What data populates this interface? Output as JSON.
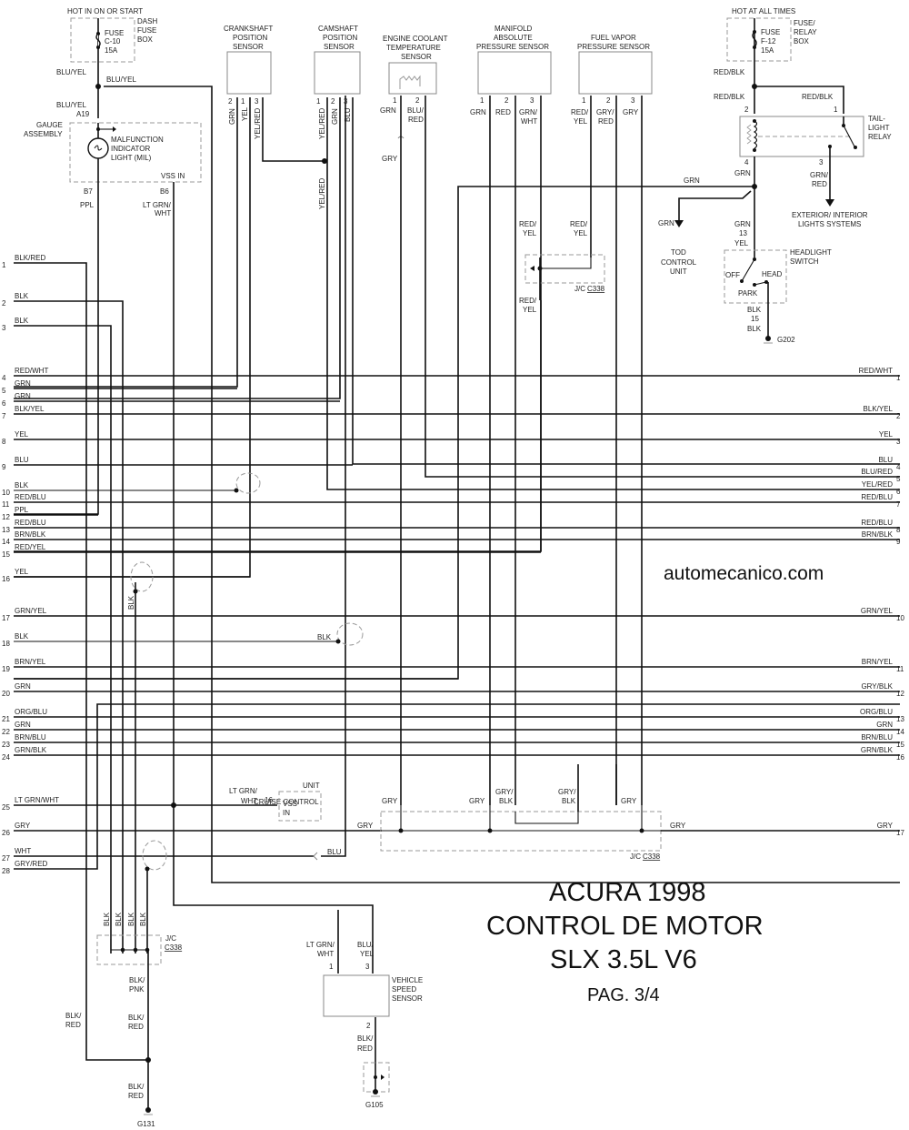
{
  "title": {
    "line1": "ACURA 1998",
    "line2": "CONTROL DE MOTOR",
    "line3": "SLX 3.5L V6",
    "page": "PAG. 3/4"
  },
  "watermark": "automecanico.com",
  "dash_fuse": {
    "hot": "HOT IN ON OR START",
    "fuse": [
      "FUSE",
      "C-10",
      "15A"
    ],
    "box": [
      "DASH",
      "FUSE",
      "BOX"
    ],
    "wire_out": "BLU/YEL",
    "wire_branch": "BLU/YEL",
    "wire_down": "BLU/YEL",
    "pin": "A19"
  },
  "gauge": {
    "label": [
      "GAUGE",
      "ASSEMBLY"
    ],
    "mil": [
      "MALFUNCTION",
      "INDICATOR",
      "LIGHT (MIL)"
    ],
    "vss": "VSS IN",
    "pin_b7": "B7",
    "pin_b6": "B6",
    "wire_b7": "PPL",
    "wire_b6": [
      "LT GRN/",
      "WHT"
    ]
  },
  "crank": {
    "label": [
      "CRANKSHAFT",
      "POSITION",
      "SENSOR"
    ],
    "pins": [
      "2",
      "1",
      "3"
    ],
    "wires": [
      "GRN",
      "YEL",
      "YEL/RED"
    ]
  },
  "cam": {
    "label": [
      "CAMSHAFT",
      "POSITION",
      "SENSOR"
    ],
    "pins": [
      "1",
      "2",
      "3"
    ],
    "wires": [
      "YEL/RED",
      "GRN",
      "BLU"
    ],
    "wire_below": "YEL/RED"
  },
  "ect": {
    "label": [
      "ENGINE COOLANT",
      "TEMPERATURE",
      "SENSOR"
    ],
    "pins": [
      "1",
      "2"
    ],
    "wires": [
      "GRN",
      "BLU/",
      "RED"
    ],
    "wire_below": "GRY"
  },
  "map": {
    "label": [
      "MANIFOLD",
      "ABSOLUTE",
      "PRESSURE SENSOR"
    ],
    "pins": [
      "1",
      "2",
      "3"
    ],
    "wires": [
      "GRN",
      "RED",
      "GRN/",
      "WHT"
    ]
  },
  "fvp": {
    "label": [
      "FUEL VAPOR",
      "PRESSURE SENSOR"
    ],
    "pins": [
      "1",
      "2",
      "3"
    ],
    "wires": [
      "RED/",
      "YEL",
      "GRY/",
      "RED",
      "GRY"
    ]
  },
  "relay_fuse": {
    "hot": "HOT AT ALL TIMES",
    "fuse": [
      "FUSE",
      "F-12",
      "15A"
    ],
    "box": [
      "FUSE/",
      "RELAY",
      "BOX"
    ],
    "wire1": "RED/BLK",
    "wire2": "RED/BLK",
    "wire3": "RED/BLK"
  },
  "tail_relay": {
    "label": [
      "TAIL-",
      "LIGHT",
      "RELAY"
    ],
    "pins": [
      "2",
      "1",
      "4",
      "3"
    ],
    "wire4": "GRN",
    "wire3": [
      "GRN/",
      "RED"
    ],
    "ext": [
      "EXTERIOR/ INTERIOR",
      "LIGHTS SYSTEMS"
    ]
  },
  "tod": {
    "wire_h": "GRN",
    "wire_v": "GRN",
    "label": [
      "TOD",
      "CONTROL",
      "UNIT"
    ]
  },
  "headlight": {
    "wire_top": "GRN",
    "pin_top": "13",
    "wire_in": "YEL",
    "label": [
      "HEADLIGHT",
      "SWITCH"
    ],
    "off": "OFF",
    "head": "HEAD",
    "park": "PARK",
    "wire_bot1": "BLK",
    "pin_bot": "15",
    "wire_bot2": "BLK",
    "ground": "G202"
  },
  "jc_top": {
    "wires": [
      "RED/",
      "YEL",
      "RED/",
      "YEL",
      "RED/",
      "YEL"
    ],
    "label": "J/C",
    "id": "C338"
  },
  "left_connector": [
    {
      "pin": "1",
      "wire": "BLK/RED"
    },
    {
      "pin": "2",
      "wire": "BLK"
    },
    {
      "pin": "3",
      "wire": "BLK"
    },
    {
      "pin": "4",
      "wire": "RED/WHT"
    },
    {
      "pin": "5",
      "wire": "GRN"
    },
    {
      "pin": "6",
      "wire": "GRN"
    },
    {
      "pin": "7",
      "wire": "BLK/YEL"
    },
    {
      "pin": "8",
      "wire": "YEL"
    },
    {
      "pin": "9",
      "wire": "BLU"
    },
    {
      "pin": "10",
      "wire": "BLK"
    },
    {
      "pin": "11",
      "wire": "RED/BLU"
    },
    {
      "pin": "12",
      "wire": "PPL"
    },
    {
      "pin": "13",
      "wire": "RED/BLU"
    },
    {
      "pin": "14",
      "wire": "BRN/BLK"
    },
    {
      "pin": "15",
      "wire": "RED/YEL"
    },
    {
      "pin": "16",
      "wire": "YEL"
    },
    {
      "pin": "17",
      "wire": "GRN/YEL"
    },
    {
      "pin": "18",
      "wire": "BLK"
    },
    {
      "pin": "19",
      "wire": "BRN/YEL"
    },
    {
      "pin": "20",
      "wire": "GRN"
    },
    {
      "pin": "21",
      "wire": "ORG/BLU"
    },
    {
      "pin": "22",
      "wire": "GRN"
    },
    {
      "pin": "23",
      "wire": "BRN/BLU"
    },
    {
      "pin": "24",
      "wire": "GRN/BLK"
    },
    {
      "pin": "25",
      "wire": "LT GRN/WHT"
    },
    {
      "pin": "26",
      "wire": "GRY"
    },
    {
      "pin": "27",
      "wire": "WHT"
    },
    {
      "pin": "28",
      "wire": "GRY/RED"
    }
  ],
  "right_connector": [
    {
      "pin": "1",
      "wire": "RED/WHT"
    },
    {
      "pin": "2",
      "wire": "BLK/YEL"
    },
    {
      "pin": "3",
      "wire": "YEL"
    },
    {
      "pin": "4",
      "wire": "BLU"
    },
    {
      "pin": "5",
      "wire": "BLU/RED"
    },
    {
      "pin": "6",
      "wire": "YEL/RED"
    },
    {
      "pin": "7",
      "wire": "RED/BLU"
    },
    {
      "pin": "8",
      "wire": "RED/BLU"
    },
    {
      "pin": "9",
      "wire": "BRN/BLK"
    },
    {
      "pin": "10",
      "wire": "GRN/YEL"
    },
    {
      "pin": "11",
      "wire": "BRN/YEL"
    },
    {
      "pin": "12",
      "wire": "GRY/BLK"
    },
    {
      "pin": "13",
      "wire": "ORG/BLU"
    },
    {
      "pin": "14",
      "wire": "GRN"
    },
    {
      "pin": "15",
      "wire": "BRN/BLU"
    },
    {
      "pin": "16",
      "wire": "GRN/BLK"
    },
    {
      "pin": "17",
      "wire": "GRY"
    }
  ],
  "mid_labels": {
    "blk_shield1": "BLK",
    "blk_shield2": "BLK"
  },
  "cruise": {
    "label": [
      "CRUISE CONTROL",
      "UNIT"
    ],
    "wire": [
      "LT GRN/",
      "WHT"
    ],
    "pin": "16",
    "vss": [
      "VSS",
      "IN"
    ],
    "blu": "BLU"
  },
  "jc_bottom": {
    "gry_left": "GRY",
    "gry_right": "GRY",
    "tops": [
      "GRY",
      "GRY",
      "GRY/",
      "BLK",
      "GRY/",
      "BLK",
      "GRY"
    ],
    "label": "J/C",
    "id": "C338"
  },
  "ground_jc": {
    "wires": [
      "BLK",
      "BLK",
      "BLK",
      "BLK"
    ],
    "label": "J/C",
    "id": "C338",
    "out1": [
      "BLK/",
      "PNK"
    ],
    "out2": [
      "BLK/",
      "RED"
    ],
    "left": [
      "BLK/",
      "RED"
    ],
    "out3": [
      "BLK/",
      "RED"
    ],
    "ground": "G131"
  },
  "vss_sensor": {
    "wire1": [
      "LT GRN/",
      "WHT"
    ],
    "wire3": [
      "BLU/",
      "YEL"
    ],
    "pin1": "1",
    "pin3": "3",
    "label": [
      "VEHICLE",
      "SPEED",
      "SENSOR"
    ],
    "pin2": "2",
    "wire2": [
      "BLK/",
      "RED"
    ],
    "ground": "G105"
  }
}
